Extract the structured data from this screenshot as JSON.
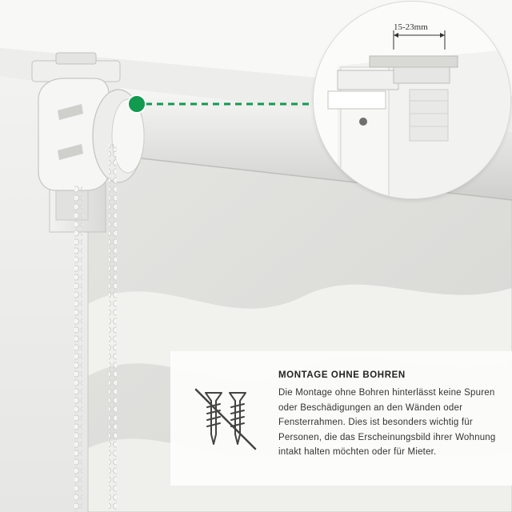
{
  "zoom": {
    "dimension_label": "15-23mm"
  },
  "info": {
    "title": "MONTAGE OHNE BOHREN",
    "text": "Die Montage ohne Bohren hinterlässt keine Spuren oder Beschädigungen an den Wänden oder Fensterrahmen. Dies ist besonders wichtig für Personen, die das Erscheinungsbild ihrer Wohnung intakt halten möchten oder für Mieter.",
    "icon": "no-screws-icon"
  },
  "colors": {
    "marker_green": "#129a4e",
    "fabric": "#dcdcd8",
    "card_bg": "#fcfcfb"
  }
}
